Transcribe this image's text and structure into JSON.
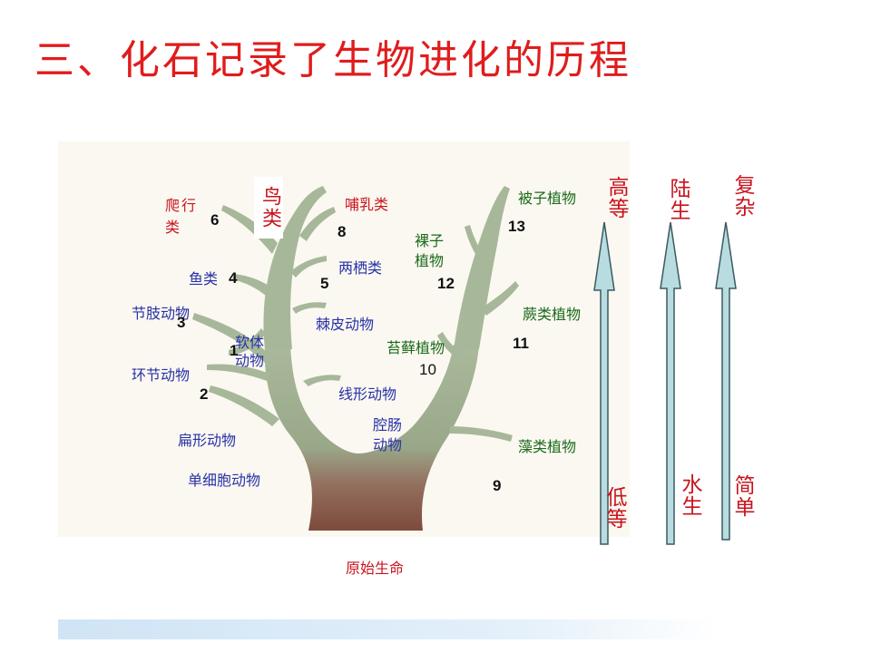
{
  "title": "三、化石记录了生物进化的历程",
  "labels": {
    "reptiles": "爬行类",
    "birds": "鸟类",
    "mammals": "哺乳类",
    "amphibians": "两栖类",
    "fish": "鱼类",
    "arthropods": "节肢动物",
    "mollusks": "软体动物",
    "annelids": "环节动物",
    "echinoderms": "棘皮动物",
    "nematodes": "线形动物",
    "coelenterates": "腔肠动物",
    "flatworms": "扁形动物",
    "protozoa": "单细胞动物",
    "origin": "原始生命",
    "angiosperms": "被子植物",
    "gymnosperms": "裸子植物",
    "ferns": "蕨类植物",
    "mosses": "苔藓植物",
    "algae": "藻类植物"
  },
  "numbers": [
    "1",
    "2",
    "3",
    "4",
    "5",
    "6",
    "8",
    "9",
    "10",
    "11",
    "12",
    "13"
  ],
  "arrows": [
    {
      "top": "高等",
      "bottom": "低等"
    },
    {
      "top": "陆生",
      "bottom": "水生"
    },
    {
      "top": "复杂",
      "bottom": "简单"
    }
  ],
  "colors": {
    "title": "#e01c1c",
    "animal_label": "#2832a8",
    "plant_label": "#1b6a1b",
    "highlight_label": "#c8141e",
    "trunk": "#8b5a4a",
    "branch": "#a7b89a",
    "arrow_fill": "#b8dce0"
  }
}
